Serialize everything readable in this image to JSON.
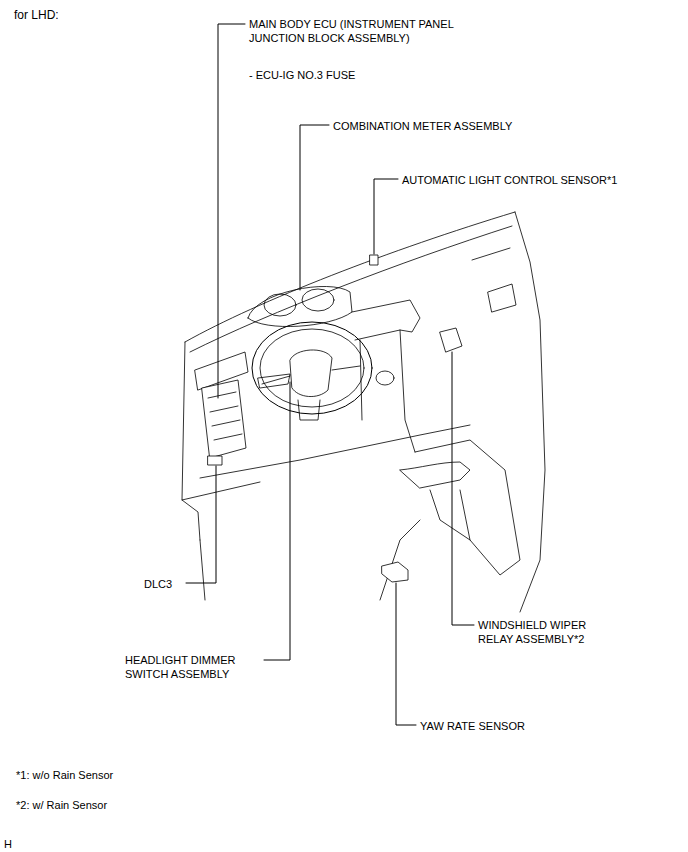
{
  "diagram": {
    "title": "for LHD:",
    "labels": [
      "MAIN BODY ECU (INSTRUMENT PANEL JUNCTION BLOCK ASSEMBLY)",
      "- ECU-IG NO.3 FUSE",
      "COMBINATION METER ASSEMBLY",
      "AUTOMATIC LIGHT CONTROL SENSOR*1",
      "DLC3",
      "WINDSHIELD WIPER RELAY ASSEMBLY*2",
      "HEADLIGHT DIMMER SWITCH ASSEMBLY",
      "YAW RATE SENSOR",
      "*1: w/o Rain Sensor",
      "*2: w/ Rain Sensor",
      "H"
    ]
  }
}
